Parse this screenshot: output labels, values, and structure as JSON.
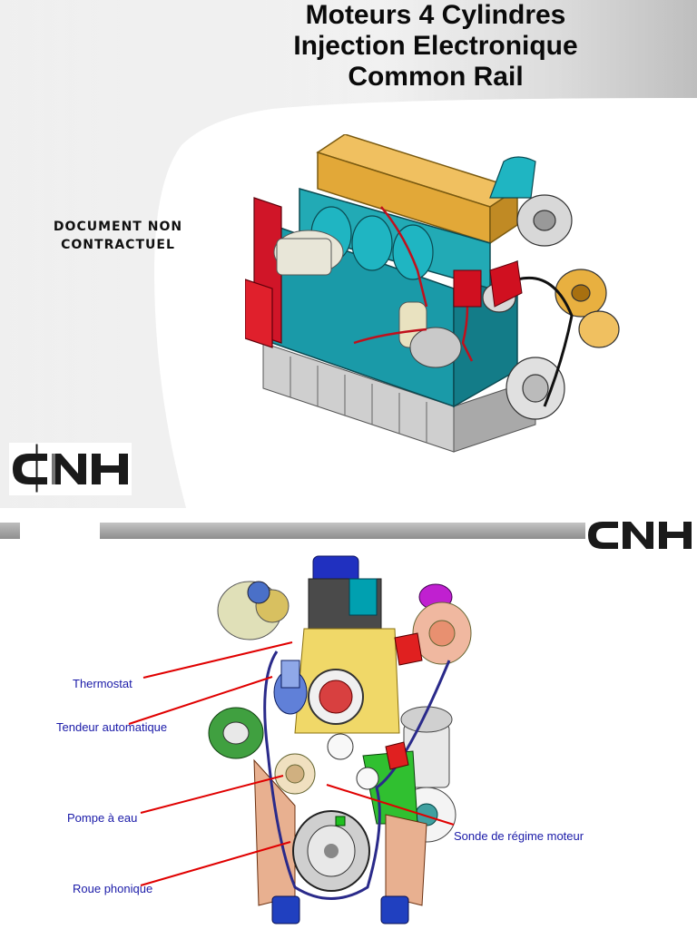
{
  "slide1": {
    "title_lines": [
      "Moteurs 4 Cylindres",
      "Injection Electronique",
      "Common Rail"
    ],
    "disclaimer_lines": [
      "DOCUMENT NON",
      "CONTRACTUEL"
    ],
    "logo_text": "CNH"
  },
  "slide2": {
    "logo_text": "CNH",
    "labels": {
      "thermostat": "Thermostat",
      "tendeur": "Tendeur automatique",
      "pompe": "Pompe à eau",
      "roue": "Roue phonique",
      "sonde": "Sonde de régime moteur"
    }
  },
  "colors": {
    "label_blue": "#1a1aa8",
    "leader_red": "#e00000",
    "engine_teal": "#0f9aa5",
    "engine_gold": "#e8b040",
    "engine_red": "#d01020"
  }
}
